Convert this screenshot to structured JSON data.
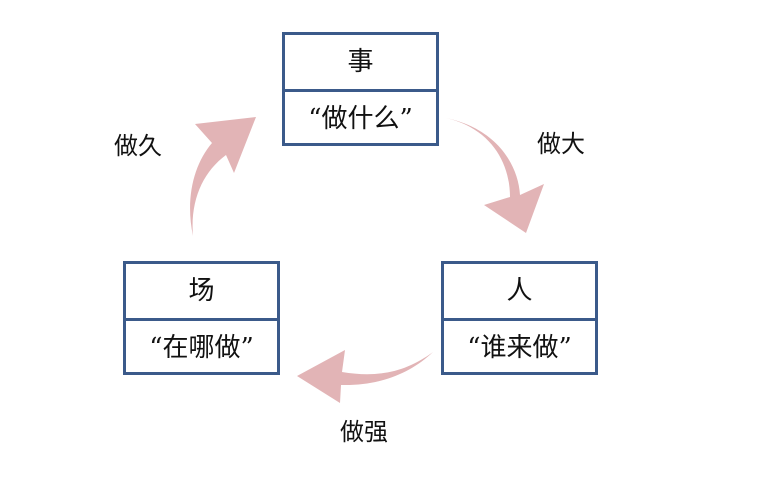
{
  "nodes": {
    "shi": {
      "title": "事",
      "subtitle": "“做什么”"
    },
    "ren": {
      "title": "人",
      "subtitle": "“谁来做”"
    },
    "chang": {
      "title": "场",
      "subtitle": "“在哪做”"
    }
  },
  "edges": {
    "shi_to_ren": {
      "label": "做大"
    },
    "ren_to_chang": {
      "label": "做强"
    },
    "chang_to_shi": {
      "label": "做久"
    }
  },
  "colors": {
    "box_border": "#3b5a8a",
    "arrow_fill": "#e2b4b6"
  }
}
